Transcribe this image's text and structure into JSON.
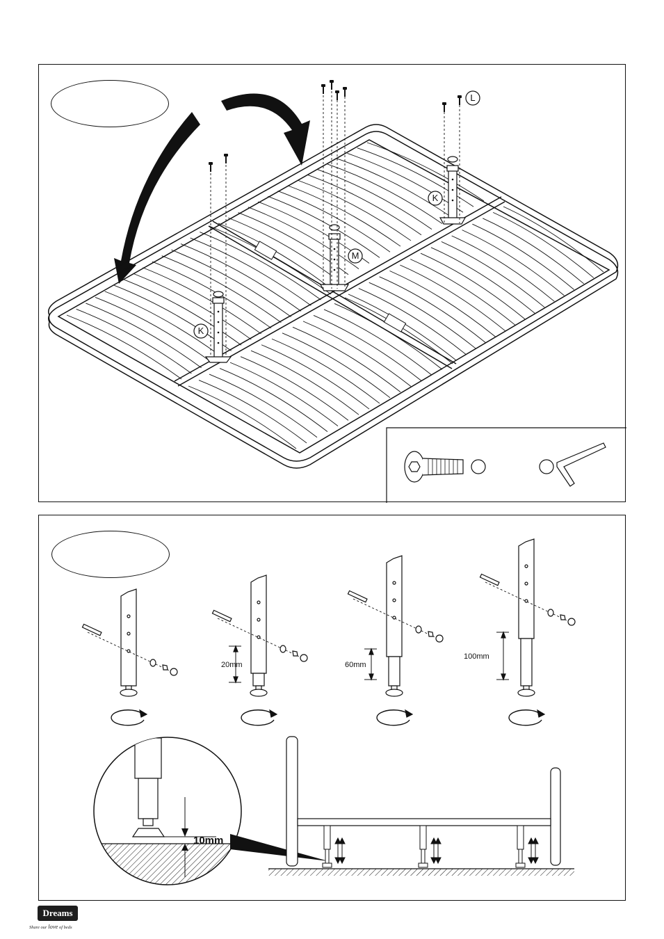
{
  "panel_top": {
    "labels": {
      "screw_L": "L",
      "leg_K_right": "K",
      "leg_K_left": "K",
      "leg_M": "M"
    }
  },
  "panel_bottom": {
    "measurements": {
      "m20": "20mm",
      "m60": "60mm",
      "m100": "100mm",
      "gap": "10mm"
    }
  },
  "brand": {
    "name": "Dreams",
    "tagline_pre": "Share our ",
    "tagline_love": "love",
    "tagline_post": " of beds"
  }
}
